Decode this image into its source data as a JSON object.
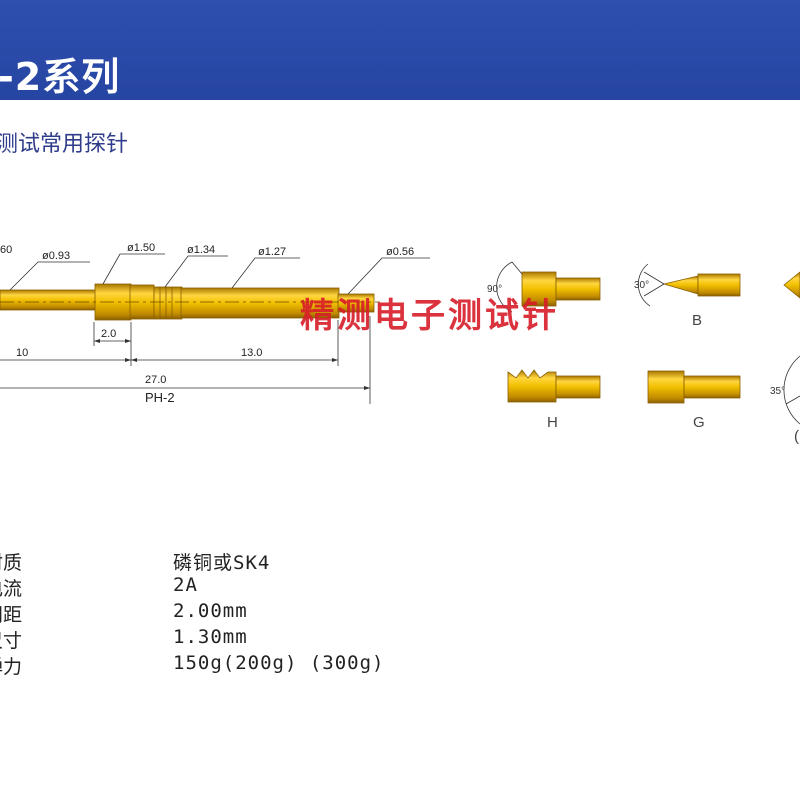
{
  "header": {
    "title": "-2系列"
  },
  "subtitle": "测试常用探针",
  "drawing": {
    "dimensions": {
      "d_left": "60",
      "d1": "ø0.93",
      "d2": "ø1.50",
      "d3": "ø1.34",
      "d4": "ø1.27",
      "d5": "ø0.56",
      "len_2": "2.0",
      "len_10": "10",
      "len_13": "13.0",
      "len_27": "27.0"
    },
    "model": "PH-2"
  },
  "tips": {
    "B": {
      "label": "B",
      "angle": "30°"
    },
    "H": {
      "label": "H"
    },
    "G": {
      "label": "G"
    },
    "first": {
      "angle": "90°"
    },
    "right": {
      "angle": "35°",
      "label": "("
    }
  },
  "watermark": "精测电子测试针",
  "specs": [
    {
      "label": "材质",
      "value": "磷铜或SK4"
    },
    {
      "label": "电流",
      "value": "2A"
    },
    {
      "label": "间距",
      "value": "2.00mm"
    },
    {
      "label": "尺寸",
      "value": "1.30mm"
    },
    {
      "label": "弹力",
      "value": "150g(200g) (300g)"
    }
  ],
  "colors": {
    "banner": "#2645a3",
    "gold": "#e8b400",
    "watermark": "#d81e2a"
  }
}
